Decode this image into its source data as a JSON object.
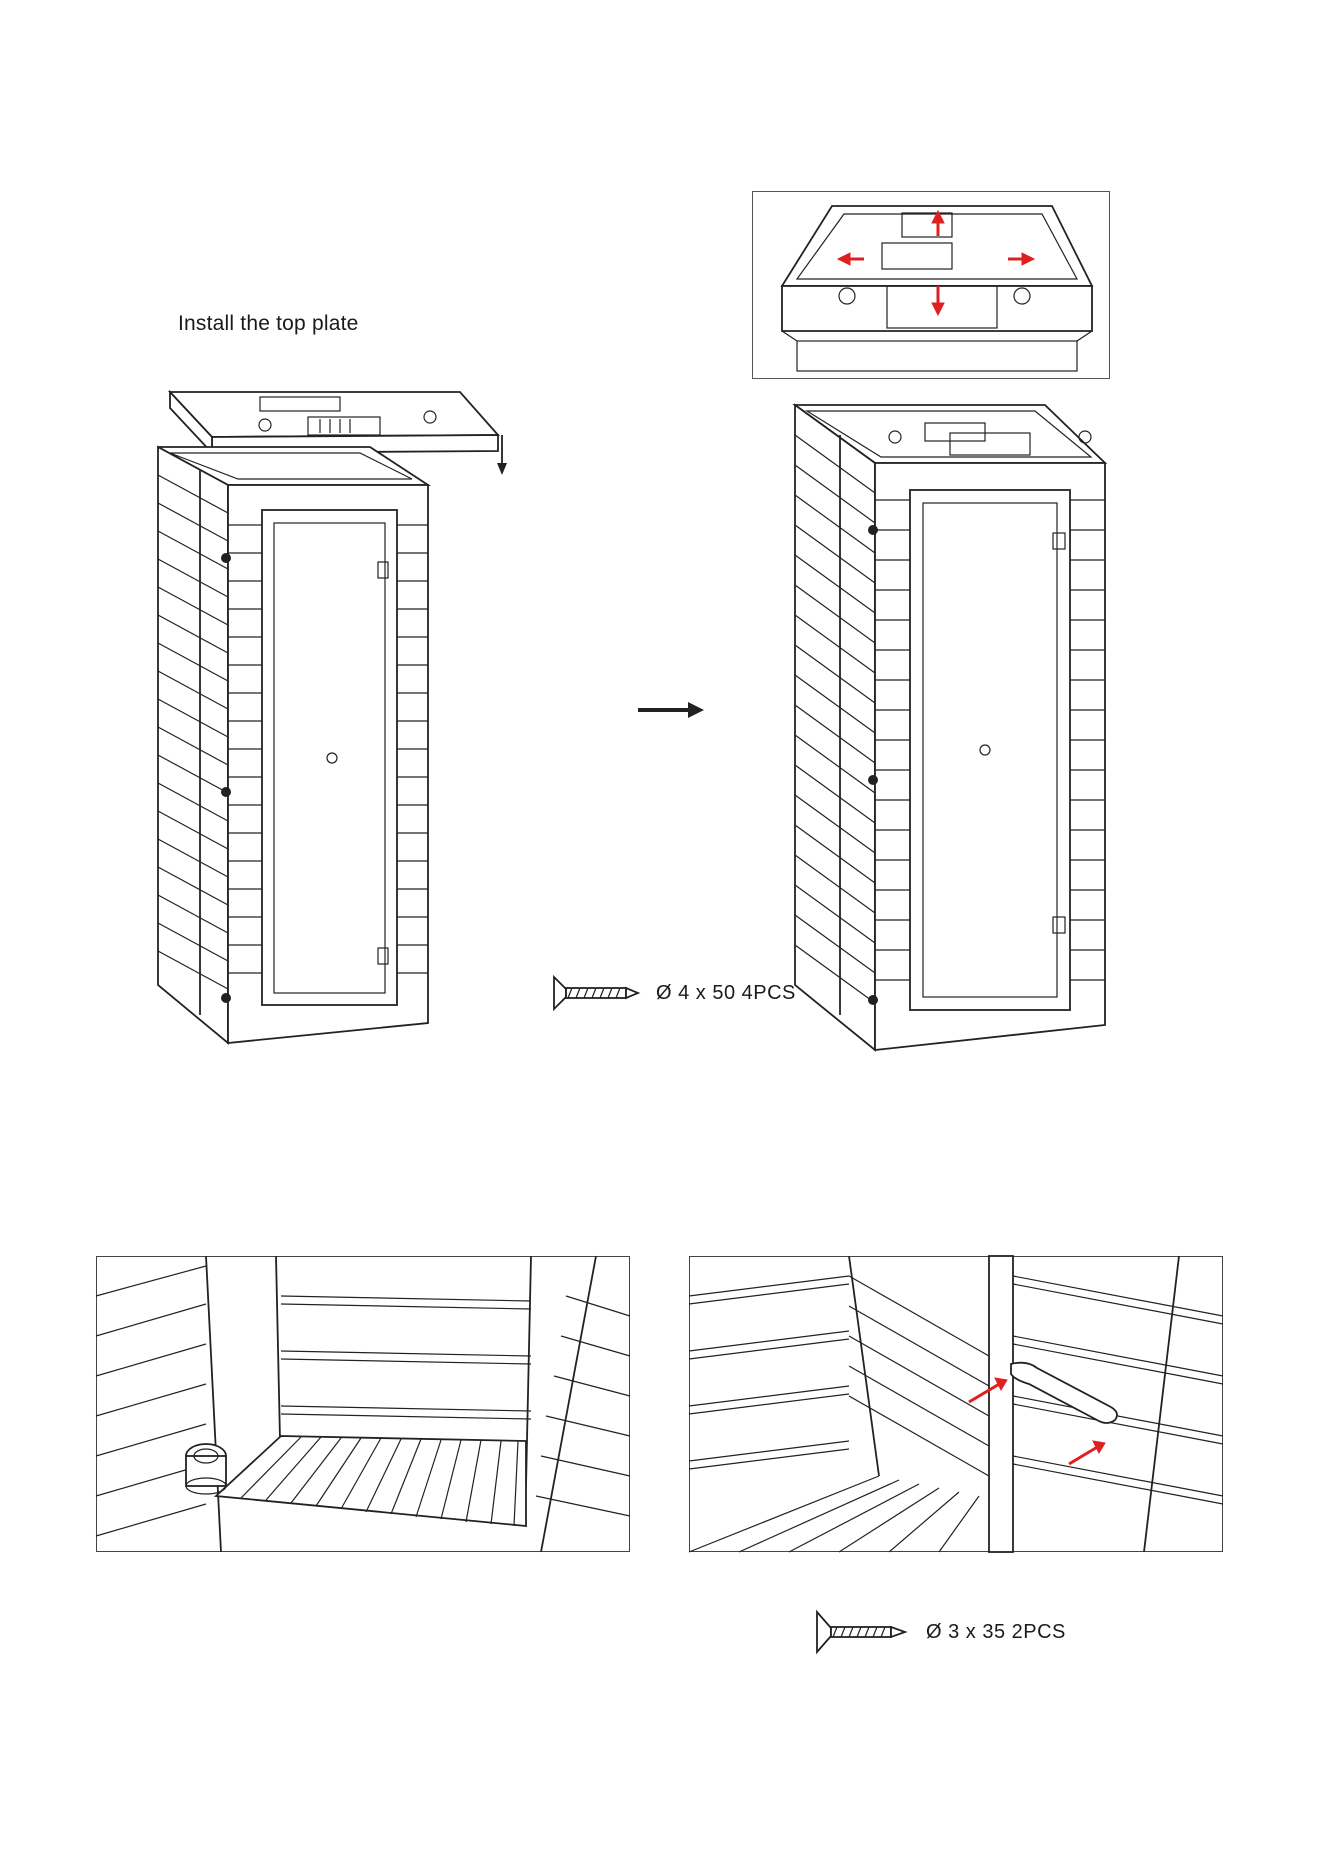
{
  "step_instruction": "Install the top plate",
  "screw_top": {
    "spec": "Ø 4 x 50  4PCS"
  },
  "screw_bottom": {
    "spec": "Ø 3 x 35  2PCS"
  },
  "colors": {
    "line": "#222222",
    "arrow_highlight": "#e02020",
    "background": "#ffffff"
  },
  "icons": [
    "down-arrow-icon",
    "right-arrow-icon",
    "screw-icon",
    "red-arrow-icon"
  ]
}
